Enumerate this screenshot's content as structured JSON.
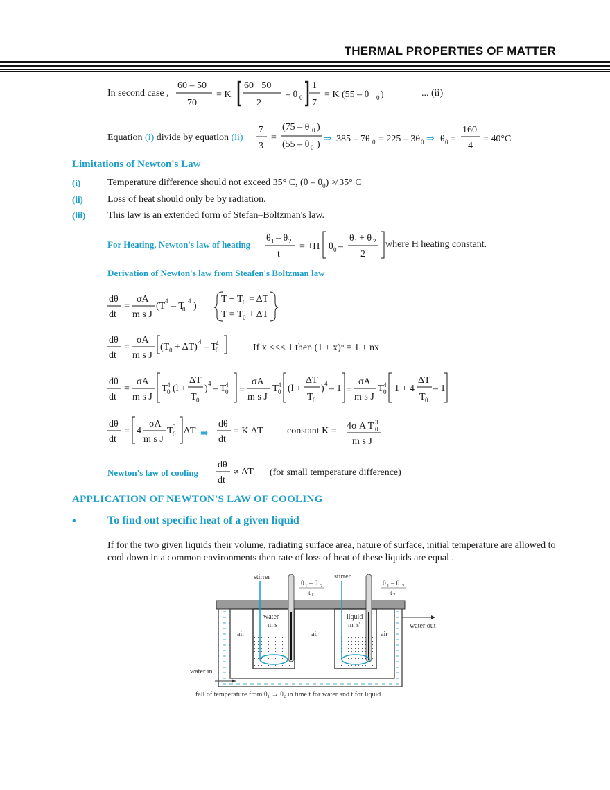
{
  "header": {
    "title": "THERMAL PROPERTIES OF MATTER"
  },
  "eq_second_case": {
    "prefix": "In second case ,",
    "tag": "... (ii)"
  },
  "eq_divide": {
    "prefix_a": "Equation ",
    "ref_i": "(i)",
    "prefix_b": " divide by equation ",
    "ref_ii": "(ii)"
  },
  "limitations": {
    "heading": "Limitations of Newton's Law",
    "items": [
      {
        "label": "(i)",
        "text": "Temperature  difference should not exceed 35° C, (θ – θ"
      },
      {
        "label": "(ii)",
        "text": "Loss of heat should only be by radiation."
      },
      {
        "label": "(iii)",
        "text": "This law is an extended form of Stefan–Boltzman's law."
      }
    ],
    "item0_tail": ") ≯ 35° C"
  },
  "heating": {
    "label": "For Heating, Newton's law of heating",
    "tail": "where  H  heating constant."
  },
  "derivation": {
    "label": "Derivation of Newton's law from Steafen's Boltzman law",
    "approx": "If x <<< 1 then   (1 + x)ⁿ = 1 + nx",
    "constant_label": "constant  K ="
  },
  "cooling": {
    "label": "Newton's law of cooling",
    "note": "(for small temperature difference)"
  },
  "application": {
    "heading": "APPLICATION OF NEWTON'S LAW OF COOLING",
    "bullet": "•",
    "subheading": "To find out specific heat of a given liquid",
    "paragraph": "If for the two given liquids their  volume, radiating surface area, nature of surface, initial temperature are allowed to cool down in a common environments then rate of loss of heat of these liquids are equal ."
  },
  "diagram": {
    "stirrer_left": "stirrer",
    "stirrer_right": "stirrer",
    "water": "water",
    "water_ms": "m s",
    "liquid": "liquid",
    "liquid_ms": "m' s'",
    "air_left": "air",
    "air_mid": "air",
    "air_right": "air",
    "water_out": "water out",
    "water_in": "water in",
    "caption": "fall of temperature from    θ₁ → θ₂  in time t for water and t for liquid",
    "accent_color": "#1a9dc8"
  }
}
